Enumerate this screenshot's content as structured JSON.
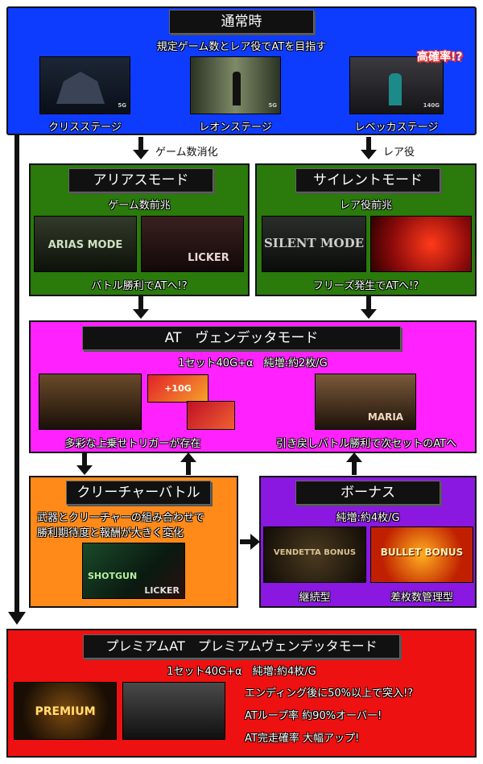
{
  "normal": {
    "title": "通常時",
    "subtitle": "規定ゲーム数とレア役でATを目指す",
    "stages": [
      "クリスステージ",
      "レオンステージ",
      "レベッカステージ"
    ],
    "badge": "高確率!?",
    "thumb_texts": [
      "5G",
      "5G",
      "140G"
    ]
  },
  "arrow_labels": {
    "left": "ゲーム数消化",
    "right": "レア役"
  },
  "arias": {
    "title": "アリアスモード",
    "subtitle": "ゲーム数前兆",
    "footer": "バトル勝利でATへ!?",
    "logo1": "ARIAS MODE",
    "logo2": "LICKER"
  },
  "silent": {
    "title": "サイレントモード",
    "subtitle": "レア役前兆",
    "footer": "フリーズ発生でATへ!?",
    "logo1": "SILENT MODE"
  },
  "at": {
    "title": "AT　ヴェンデッタモード",
    "subtitle": "1セット40G+α　純増:約2枚/G",
    "left_caption": "多彩な上乗せトリガーが存在",
    "right_caption": "引き戻しバトル勝利で次セットのATへ",
    "logo_small": "+10G",
    "logo_right": "MARIA"
  },
  "creature": {
    "title": "クリーチャーバトル",
    "desc_line1": "武器とクリーチャーの組み合わせで",
    "desc_line2": "勝利期待度と報酬が大きく変化",
    "logo1": "SHOTGUN",
    "logo2": "LICKER"
  },
  "bonus": {
    "title": "ボーナス",
    "subtitle": "純増:約4枚/G",
    "types": [
      "継続型",
      "差枚数管理型"
    ],
    "logo1": "VENDETTA BONUS",
    "logo2": "BULLET BONUS"
  },
  "premium": {
    "title": "プレミアムAT　プレミアムヴェンデッタモード",
    "subtitle": "1セット40G+α　純増:約4枚/G",
    "lines": [
      "エンディング後に50%以上で突入!?",
      "ATループ率 約90%オーバー!",
      "AT完走確率 大幅アップ!"
    ],
    "logo1": "PREMIUM"
  },
  "colors": {
    "normal": "#0d3cff",
    "mode": "#2a7a0c",
    "at": "#ff22ff",
    "creature": "#ff8a1a",
    "bonus": "#8a18e0",
    "premium": "#ee1111"
  }
}
